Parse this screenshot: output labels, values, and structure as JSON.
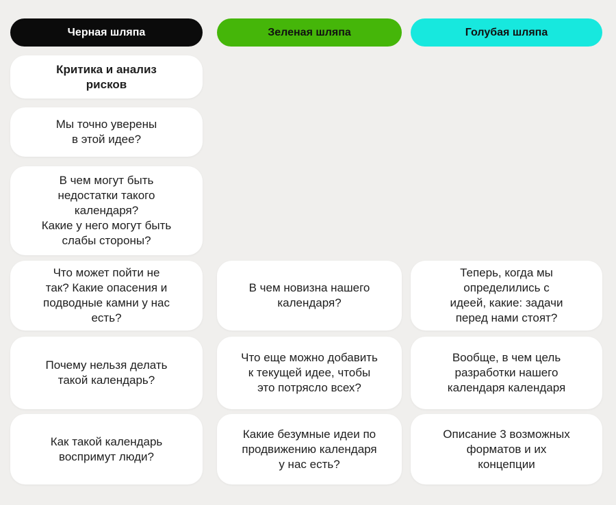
{
  "colors": {
    "background": "#f0efed",
    "card": "#ffffff",
    "text": "#1e1e1e",
    "black_hat_pill": "#0b0b0b",
    "black_hat_text": "#ffffff",
    "green_hat_pill": "#45b609",
    "blue_hat_pill": "#17e8de"
  },
  "columns": [
    {
      "header": "Черная шляпа",
      "cards": [
        {
          "text": "Критика и анализ\nрисков"
        },
        {
          "text": "Мы точно уверены\nв этой идее?"
        },
        {
          "text": "В чем могут быть\nнедостатки такого\nкалендаря?\nКакие у него могут быть\nслабы стороны?"
        },
        {
          "text": "Что может пойти не\nтак? Какие опасения и\nподводные камни у нас\nесть?"
        },
        {
          "text": "Почему нельзя делать\nтакой календарь?"
        },
        {
          "text": "Как такой календарь\nвоспримут люди?"
        }
      ]
    },
    {
      "header": "Зеленая шляпа",
      "cards": [
        {
          "text": "В чем новизна нашего\nкалендаря?"
        },
        {
          "text": "Что еще можно добавить\nк текущей идее, чтобы\nэто потрясло всех?"
        },
        {
          "text": "Какие безумные идеи по\nпродвижению календаря\nу нас есть?"
        }
      ]
    },
    {
      "header": "Голубая шляпа",
      "cards": [
        {
          "text": "Теперь, когда мы\nопределились с\nидеей, какие: задачи\nперед нами стоят?"
        },
        {
          "text": "Вообще, в чем цель\nразработки нашего\nкалендаря календаря"
        },
        {
          "text": "Описание 3 возможных\nформатов и их\nконцепции"
        }
      ]
    }
  ]
}
